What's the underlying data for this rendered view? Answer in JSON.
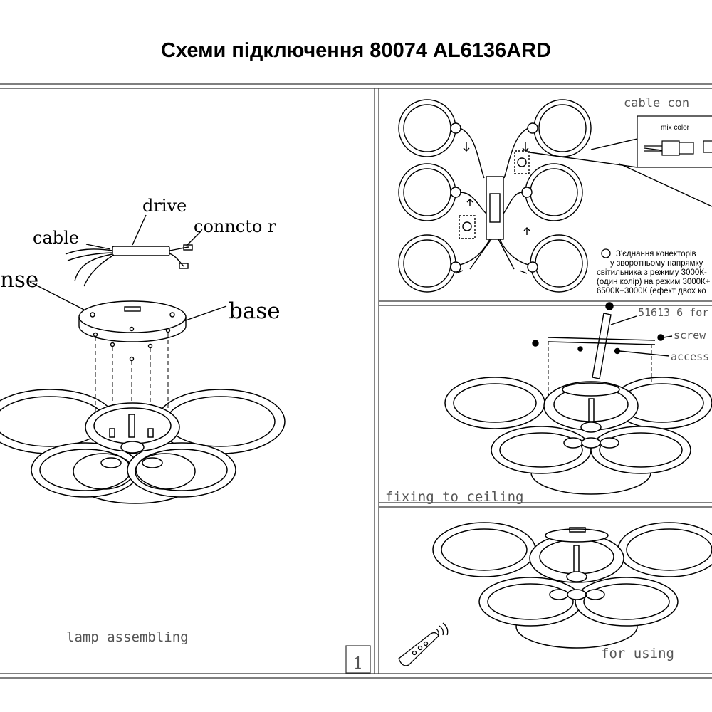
{
  "header": {
    "title": "Схеми підключення 80074 AL6136ARD"
  },
  "left_panel": {
    "label_drive": "drive",
    "label_connector": "conncto r",
    "label_cable": "cable",
    "label_canopy": "nse",
    "label_base": "base",
    "caption": "lamp   assembling",
    "page_number": "1"
  },
  "top_right_panel": {
    "header": "cable  con",
    "inset_label": "mix color",
    "note_lines": [
      "З'єднання конекторів",
      "у зворотньому напрямку",
      "світильника з режиму 3000К-",
      "(один колір) на режим 3000К+",
      "6500К+3000К  (ефект двох ко"
    ]
  },
  "middle_right_panel": {
    "label_model": "51613  6  for",
    "label_screw": "screw",
    "label_accessory": "access",
    "caption": "fixing  to  ceiling"
  },
  "bottom_right_panel": {
    "caption": "for  using"
  },
  "colors": {
    "ink": "#000000",
    "frame": "#333333",
    "paper": "#ffffff"
  }
}
